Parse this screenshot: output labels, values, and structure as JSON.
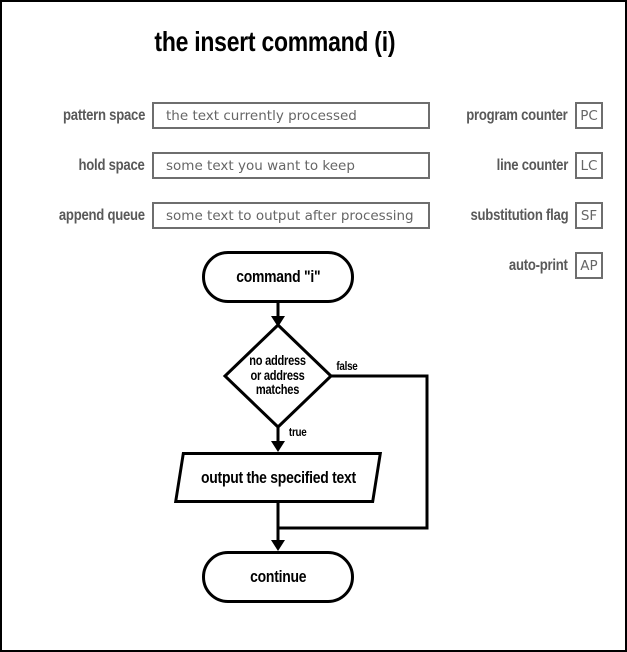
{
  "title": "the insert command (i)",
  "fields": [
    {
      "label": "pattern space",
      "value": "the text currently processed"
    },
    {
      "label": "hold space",
      "value": "some text you want to keep"
    },
    {
      "label": "append queue",
      "value": "some text to output after processing"
    }
  ],
  "registers": [
    {
      "label": "program counter",
      "abbr": "PC"
    },
    {
      "label": "line counter",
      "abbr": "LC"
    },
    {
      "label": "substitution flag",
      "abbr": "SF"
    },
    {
      "label": "auto-print",
      "abbr": "AP"
    }
  ],
  "flowchart": {
    "start": "command \"i\"",
    "decision": "no address\nor address\nmatches",
    "true_label": "true",
    "false_label": "false",
    "process": "output the specified text",
    "end": "continue"
  },
  "colors": {
    "ink": "#000000",
    "gray_label": "#595959",
    "gray_border": "#6e6e6e",
    "gray_value": "#666666",
    "background": "#ffffff"
  }
}
